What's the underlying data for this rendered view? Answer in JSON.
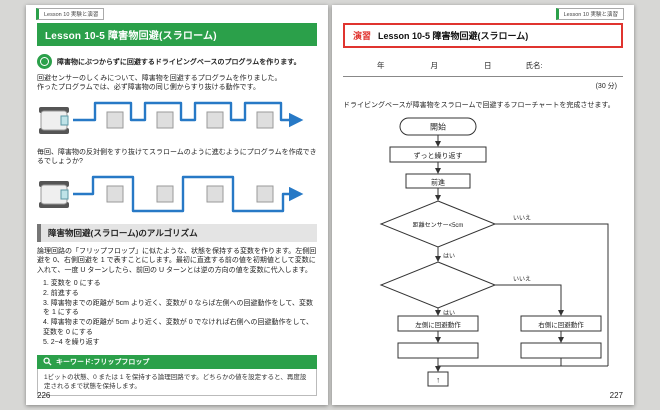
{
  "colors": {
    "green": "#2ba04a",
    "red": "#e0342f",
    "arrow_blue": "#2779c6"
  },
  "left_page": {
    "running_header": "Lesson 10 実験と演習",
    "title": "Lesson 10-5 障害物回避(スラローム)",
    "objective": "障害物にぶつからずに回避するドライビングベースのプログラムを作ります。",
    "intro": "回避センサーのしくみについて、障害物を回避するプログラムを作りました。\n作ったプログラムでは、必ず障害物の同じ側からすり抜ける動作です。",
    "question": "毎回、障害物の反対側をすり抜けてスラロームのように進むようにプログラムを作成できるでしょうか?",
    "algo_header": "障害物回避(スラローム)のアルゴリズム",
    "algo_text": "論理回路の「フリップフロップ」に似たような、状態を保持する変数を作ります。左側回避を 0、右側回避を 1 で表すことにします。最初に直進する前の値を初期値として変数に入れて、一度 U ターンしたら、前回の U ターンとは逆の方向の値を変数に代入します。",
    "steps": [
      "1. 変数を 0 にする",
      "2. 前進する",
      "3. 障害物までの距離が 5cm より近く、変数が 0 ならば左側への回避動作をして、変数を 1 にする",
      "4. 障害物までの距離が 5cm より近く、変数が 0 でなければ右側への回避動作をして、変数を 0 にする",
      "5. 2~4 を繰り返す"
    ],
    "keyword": "キーワード:フリップフロップ",
    "footnote": "1ビットの状態、0 または 1 を保持する論理回路です。どちらかの値を設定すると、再度設定されるまで状態を保持します。",
    "page_number": "226"
  },
  "right_page": {
    "running_header": "Lesson 10 実験と演習",
    "exercise_label": "演習",
    "exercise_title": "Lesson 10-5 障害物回避(スラローム)",
    "form": {
      "year": "年",
      "month": "月",
      "day": "日",
      "name": "氏名:",
      "time": "(30 分)"
    },
    "instruction": "ドライビングベースが障害物をスラロームで回避するフローチャートを完成させます。",
    "flowchart": {
      "start": "開始",
      "loop": "ずっと繰り返す",
      "forward": "前進",
      "condition1": "距離センサー<5cm",
      "yes": "はい",
      "no": "いいえ",
      "left_action": "左側に回避動作",
      "right_action": "右側に回避動作",
      "loop_mark": "↑"
    },
    "page_number": "227"
  }
}
